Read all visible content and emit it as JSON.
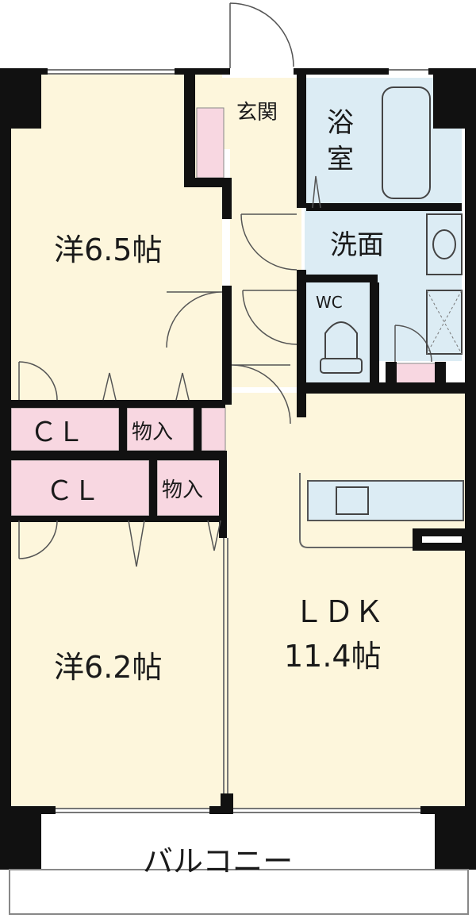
{
  "rooms": {
    "western_upper": {
      "name": "洋",
      "size": "6.5",
      "unit": "帖"
    },
    "western_lower": {
      "name": "洋",
      "size": "6.2",
      "unit": "帖"
    },
    "ldk": {
      "name": "ＬＤＫ",
      "size": "11.4",
      "unit": "帖"
    },
    "entrance": "玄関",
    "bath_line1": "浴",
    "bath_line2": "室",
    "washroom": "洗面",
    "wc": "WC",
    "closet_upper": "ＣＬ",
    "closet_lower": "ＣＬ",
    "storage_upper": "物入",
    "storage_lower": "物入",
    "balcony": "バルコニー"
  },
  "colors": {
    "room_fill": "#fdf6dc",
    "closet_fill": "#f8d7e1",
    "wet_fill": "#dcecf4",
    "wall": "#111111",
    "balcony_fill": "#ffffff"
  }
}
